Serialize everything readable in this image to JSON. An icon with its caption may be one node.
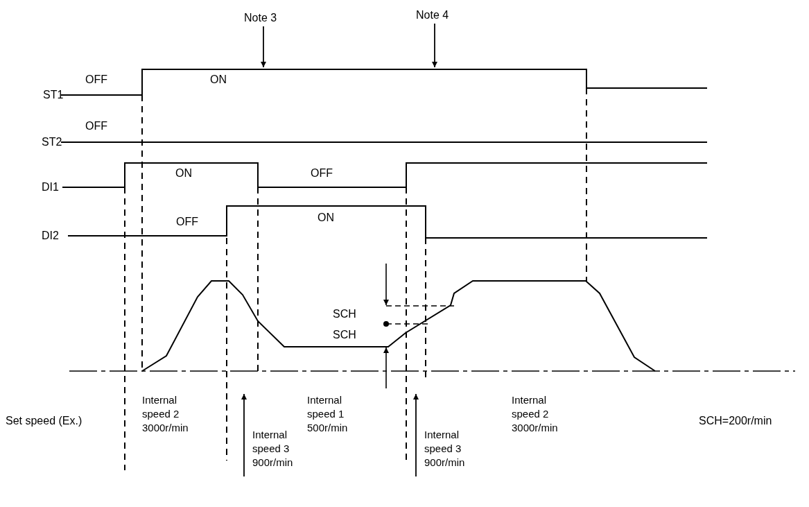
{
  "diagram": {
    "nodes": [
      {
        "text": [
          "Note 3"
        ]
      },
      {
        "text": [
          "Note 4"
        ]
      },
      {
        "text": [
          "Internal speed 3 900r/min"
        ]
      },
      {
        "text": [
          "Internal speed 3 900r/min"
        ]
      },
      {
        "text": [],
        "shape": "line"
      }
    ],
    "edges": [
      {
        "from": 0,
        "to": 4,
        "arrow": "to"
      },
      {
        "from": 1,
        "to": 4,
        "arrow": "to"
      },
      {
        "from": 2,
        "to": null,
        "arrow": "to"
      },
      {
        "from": 3,
        "to": null,
        "arrow": "to"
      }
    ],
    "labels": [
      "OFF",
      "ST1",
      "ON",
      "OFF",
      "ST2",
      "DI1",
      "ON",
      "OFF",
      "OFF",
      "ON",
      "DI2",
      "SCH",
      "SCH",
      "Internal speed 2 3000r/min",
      "Internal speed 1 500r/min",
      "Internal speed 2 3000r/min",
      "Set speed (Ex.)",
      "SCH=200r/min"
    ]
  }
}
